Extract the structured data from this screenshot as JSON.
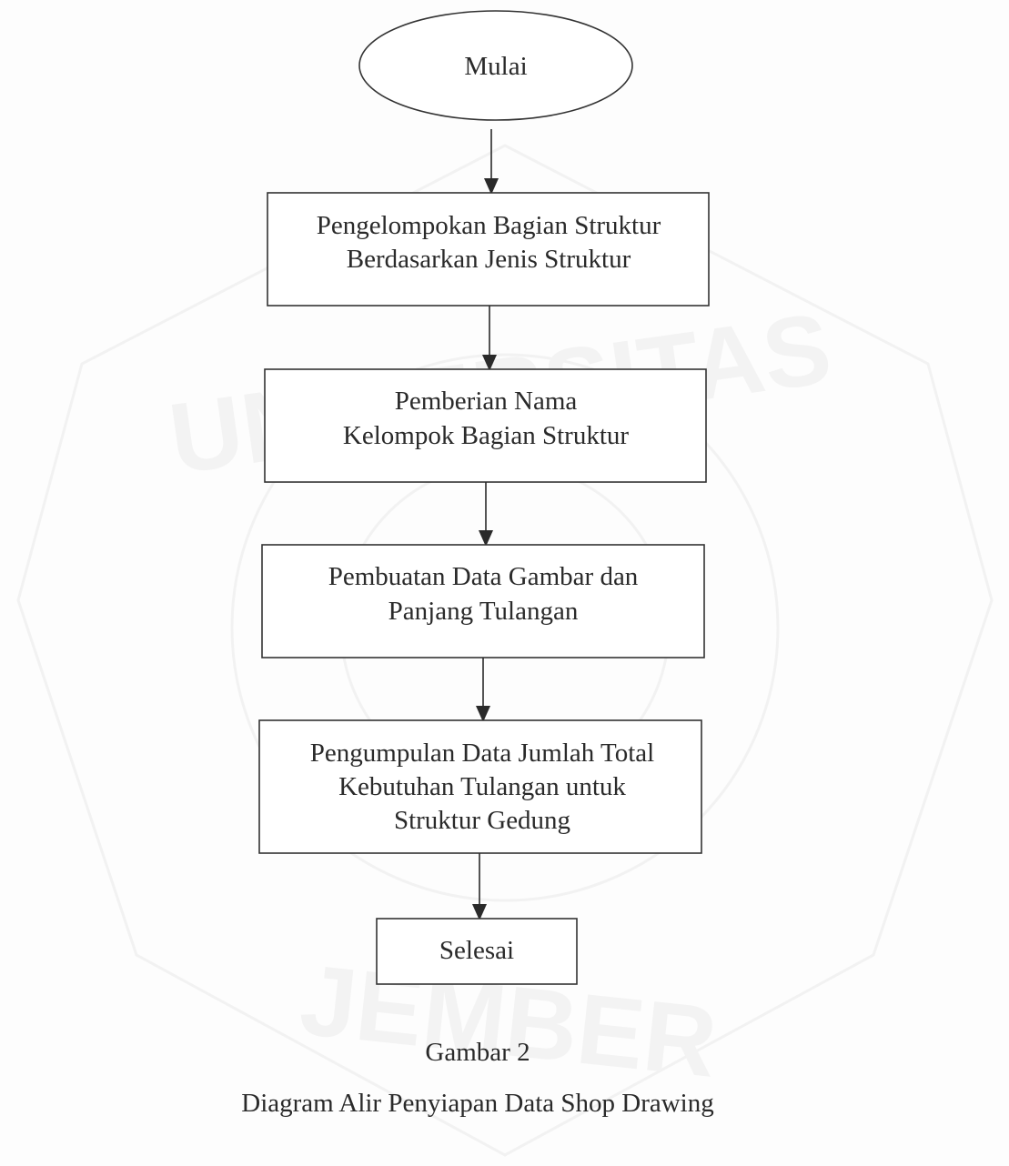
{
  "diagram": {
    "start_label": "Mulai",
    "steps": [
      [
        "Pengelompokan Bagian Struktur",
        "Berdasarkan Jenis Struktur"
      ],
      [
        "Pemberian Nama",
        "Kelompok Bagian Struktur"
      ],
      [
        "Pembuatan Data Gambar dan",
        "Panjang Tulangan"
      ],
      [
        "Pengumpulan Data Jumlah Total",
        "Kebutuhan Tulangan untuk",
        "Struktur Gedung"
      ]
    ],
    "end_label": "Selesai"
  },
  "caption": {
    "number": "Gambar 2",
    "title": "Diagram Alir Penyiapan Data Shop Drawing"
  },
  "watermark": {
    "top_text": "UNIVERSITAS",
    "bottom_text": "JEMBER"
  },
  "colors": {
    "line": "#2a2a2a",
    "watermark": "#f2f2f2"
  }
}
